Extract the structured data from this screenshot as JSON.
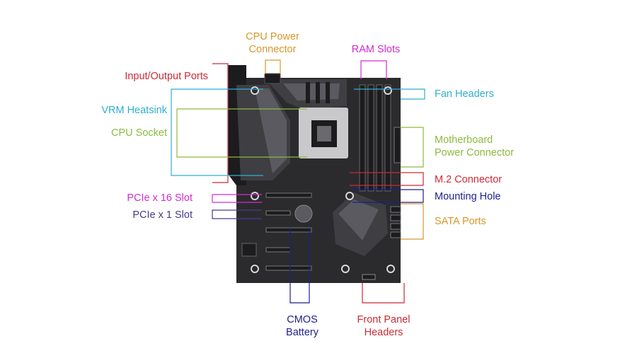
{
  "colors": {
    "board": "#2b2b2e",
    "board_dark": "#1c1c1f",
    "heatsink_light": "#5a5a60",
    "heatsink_mid": "#3e3e43",
    "socket_light": "#c9c9cc",
    "red": "#cc2a36",
    "orange": "#d9962c",
    "magenta": "#d12bd1",
    "cyan": "#2eaed2",
    "green": "#8cba3e",
    "navy": "#1d1f8e",
    "purple": "#4a3a8a"
  },
  "labels": {
    "cpu_power": [
      "CPU Power",
      "Connector"
    ],
    "ram_slots": [
      "RAM Slots"
    ],
    "io_ports": [
      "Input/Output Ports"
    ],
    "fan_headers": [
      "Fan Headers"
    ],
    "vrm_heatsink": [
      "VRM Heatsink"
    ],
    "cpu_socket": [
      "CPU Socket"
    ],
    "mb_power": [
      "Motherboard",
      "Power Connector"
    ],
    "m2": [
      "M.2 Connector"
    ],
    "pcie16": [
      "PCIe x 16 Slot"
    ],
    "mounting_hole": [
      "Mounting Hole"
    ],
    "pcie1": [
      "PCIe x 1 Slot"
    ],
    "sata": [
      "SATA Ports"
    ],
    "cmos": [
      "CMOS",
      "Battery"
    ],
    "front_panel": [
      "Front Panel",
      "Headers"
    ]
  }
}
